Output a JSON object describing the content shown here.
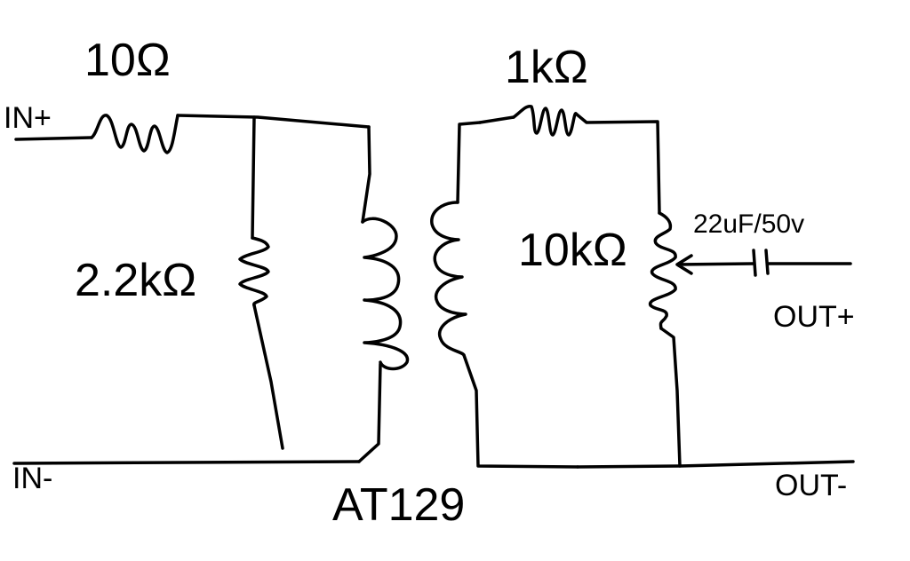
{
  "diagram": {
    "terminals": {
      "in_plus": "IN+",
      "in_minus": "IN-",
      "out_plus": "OUT+",
      "out_minus": "OUT-"
    },
    "components": {
      "r_series_in": "10Ω",
      "r_shunt_in": "2.2kΩ",
      "transformer": "AT129",
      "r_series_out": "1kΩ",
      "potentiometer": "10kΩ",
      "capacitor": "22uF/50v"
    },
    "style": {
      "ink": "#000000",
      "background": "#ffffff"
    }
  }
}
